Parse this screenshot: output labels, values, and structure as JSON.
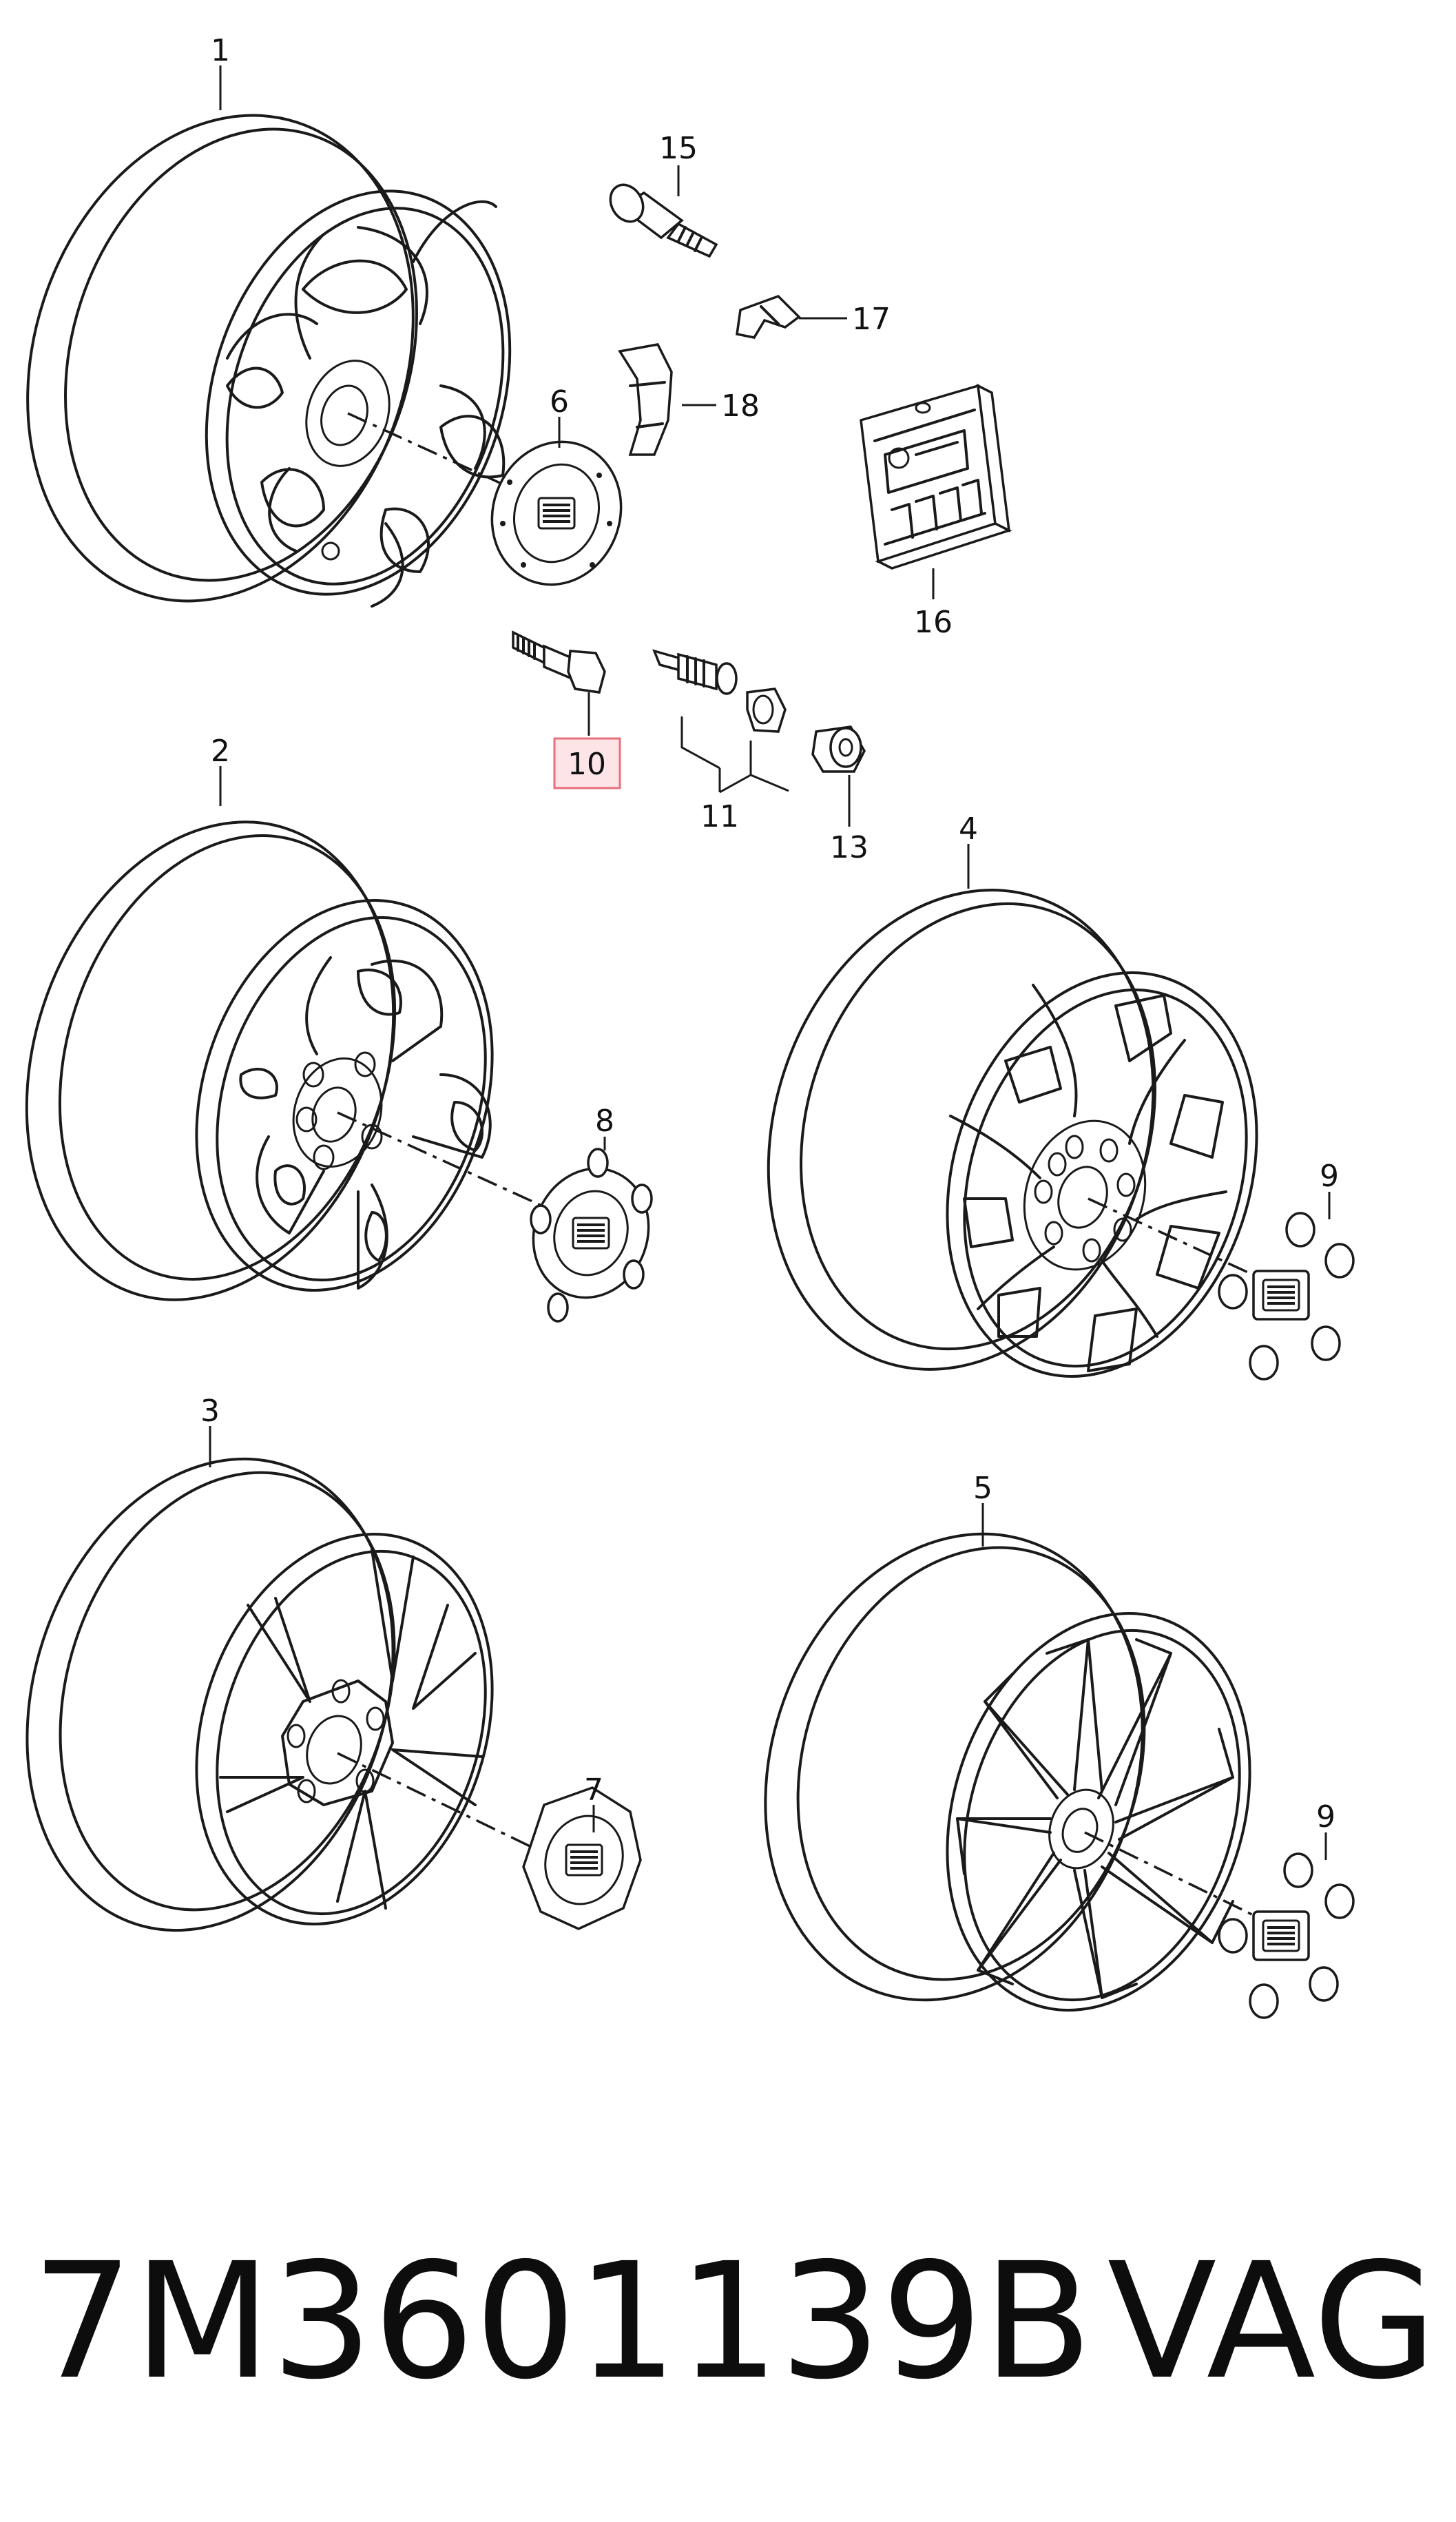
{
  "diagram": {
    "callouts": [
      {
        "id": "1",
        "label": "1"
      },
      {
        "id": "2",
        "label": "2"
      },
      {
        "id": "3",
        "label": "3"
      },
      {
        "id": "4",
        "label": "4"
      },
      {
        "id": "5",
        "label": "5"
      },
      {
        "id": "6",
        "label": "6"
      },
      {
        "id": "7",
        "label": "7"
      },
      {
        "id": "8",
        "label": "8"
      },
      {
        "id": "9a",
        "label": "9"
      },
      {
        "id": "9b",
        "label": "9"
      },
      {
        "id": "10",
        "label": "10",
        "highlighted": true
      },
      {
        "id": "11",
        "label": "11"
      },
      {
        "id": "13",
        "label": "13"
      },
      {
        "id": "15",
        "label": "15"
      },
      {
        "id": "16",
        "label": "16"
      },
      {
        "id": "17",
        "label": "17"
      },
      {
        "id": "18",
        "label": "18"
      }
    ],
    "highlight_color": "#e8707c"
  },
  "footer": {
    "part_number": "7M3601139B",
    "brand": "VAG"
  }
}
